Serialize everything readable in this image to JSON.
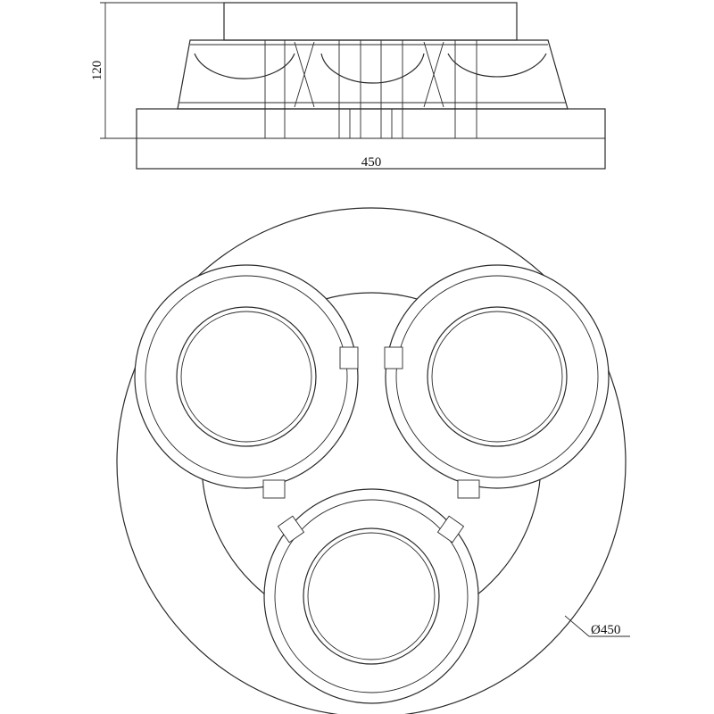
{
  "side_view": {
    "height_label": "120",
    "width_label": "450"
  },
  "plan_view": {
    "diameter_label": "Ø450"
  }
}
